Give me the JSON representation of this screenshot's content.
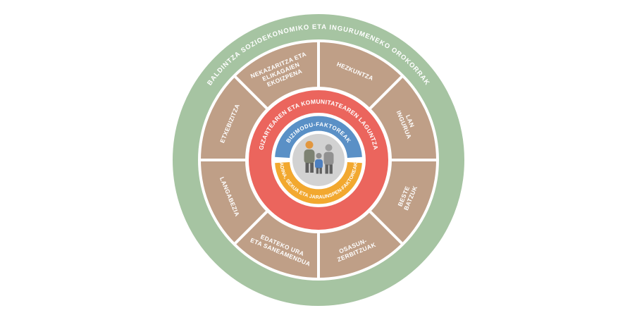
{
  "diagram": {
    "outer_ring": {
      "label": "BALDINTZA SOZIOEKONOMIKO ETA INGURUMENEKO OROKORRAK",
      "color": "#a6c4a2"
    },
    "sector_ring": {
      "color": "#bf9f87",
      "sectors": [
        {
          "label": "NEKAZARITZA ETA ELIKAGAIEN EKOIZPENA",
          "lines": [
            "NEKAZARITZA ETA",
            "ELIKAGAIEN",
            "EKOIZPENA"
          ]
        },
        {
          "label": "HEZKUNTZA",
          "lines": [
            "HEZKUNTZA"
          ]
        },
        {
          "label": "LAN INGURUA",
          "lines": [
            "LAN",
            "INGURUA"
          ]
        },
        {
          "label": "BESTE BATZUK",
          "lines": [
            "BESTE",
            "BATZUK"
          ]
        },
        {
          "label": "OSASUN-ZERBITZUAK",
          "lines": [
            "OSASUN-",
            "ZERBITZUAK"
          ]
        },
        {
          "label": "EDATEKO URA ETA SANEAMENDUA",
          "lines": [
            "EDATEKO URA",
            "ETA SANEAMENDUA"
          ]
        },
        {
          "label": "LANGABEZIA",
          "lines": [
            "LANGABEZIA"
          ]
        },
        {
          "label": "ETXEBIZITZA",
          "lines": [
            "ETXEBIZITZA"
          ]
        }
      ]
    },
    "community_ring": {
      "label": "GIZARTEAREN ETA KOMUNITATEAREN LAGUNTZA",
      "color": "#eb655d"
    },
    "lifestyle_arc": {
      "label": "BIZIMODU-FAKTOREAK",
      "color": "#5a90c6"
    },
    "heredity_arc": {
      "label": "ADINA, SEXUA ETA JARAUNSPEN-FAKTOREAK",
      "color": "#f2a82f"
    },
    "center": {
      "icon": "family-icon",
      "background": "#d2d2d2",
      "figure_colors": {
        "adult_head": "#e2973f",
        "adult_body": "#7d8272",
        "child_shirt": "#4d7fc0",
        "second_adult_body": "#919191",
        "legs": "#606060"
      }
    }
  }
}
